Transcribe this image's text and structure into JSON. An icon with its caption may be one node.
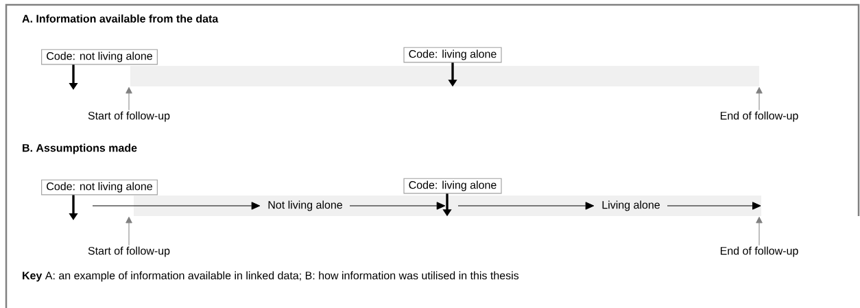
{
  "diagram": {
    "nodes": [
      {
        "text": [
          "Code: not living alone"
        ]
      },
      {
        "text": [
          "Code: living alone"
        ]
      },
      {
        "text": [],
        "shape": "bar"
      },
      {
        "text": [
          "Start of follow-up"
        ]
      },
      {
        "text": [
          "End of follow-up"
        ]
      },
      {
        "text": [
          "Code: not living alone"
        ]
      },
      {
        "text": [
          "Code: living alone"
        ]
      },
      {
        "text": [],
        "shape": "bar"
      },
      {
        "text": [
          "Not living alone"
        ],
        "in": 7
      },
      {
        "text": [
          "Living alone"
        ],
        "in": 7
      },
      {
        "text": [
          "Start of follow-up"
        ]
      },
      {
        "text": [
          "End of follow-up"
        ]
      }
    ],
    "edges": [
      {
        "from": 0,
        "to": null,
        "arrow": "to",
        "style": "thick"
      },
      {
        "from": 1,
        "to": 2,
        "arrow": "to",
        "style": "thick"
      },
      {
        "from": 3,
        "to": 2,
        "arrow": "to",
        "color": "#808080"
      },
      {
        "from": 4,
        "to": 2,
        "arrow": "to",
        "color": "#808080"
      },
      {
        "from": 5,
        "to": null,
        "arrow": "to",
        "style": "thick"
      },
      {
        "from": 6,
        "to": 7,
        "arrow": "to",
        "style": "thick"
      },
      {
        "from": null,
        "to": 8,
        "arrow": "to"
      },
      {
        "from": 8,
        "to": 7,
        "arrow": "to"
      },
      {
        "from": 7,
        "to": 9,
        "arrow": "to"
      },
      {
        "from": 9,
        "to": 7,
        "arrow": "to"
      },
      {
        "from": 10,
        "to": 7,
        "arrow": "to",
        "color": "#808080"
      },
      {
        "from": 11,
        "to": 7,
        "arrow": "to",
        "color": "#808080"
      }
    ],
    "labels": [
      "A. Information available from the data",
      "B. Assumptions made",
      "**Key** A: an example of information available in linked data; B: how information was utilised in this thesis"
    ]
  }
}
